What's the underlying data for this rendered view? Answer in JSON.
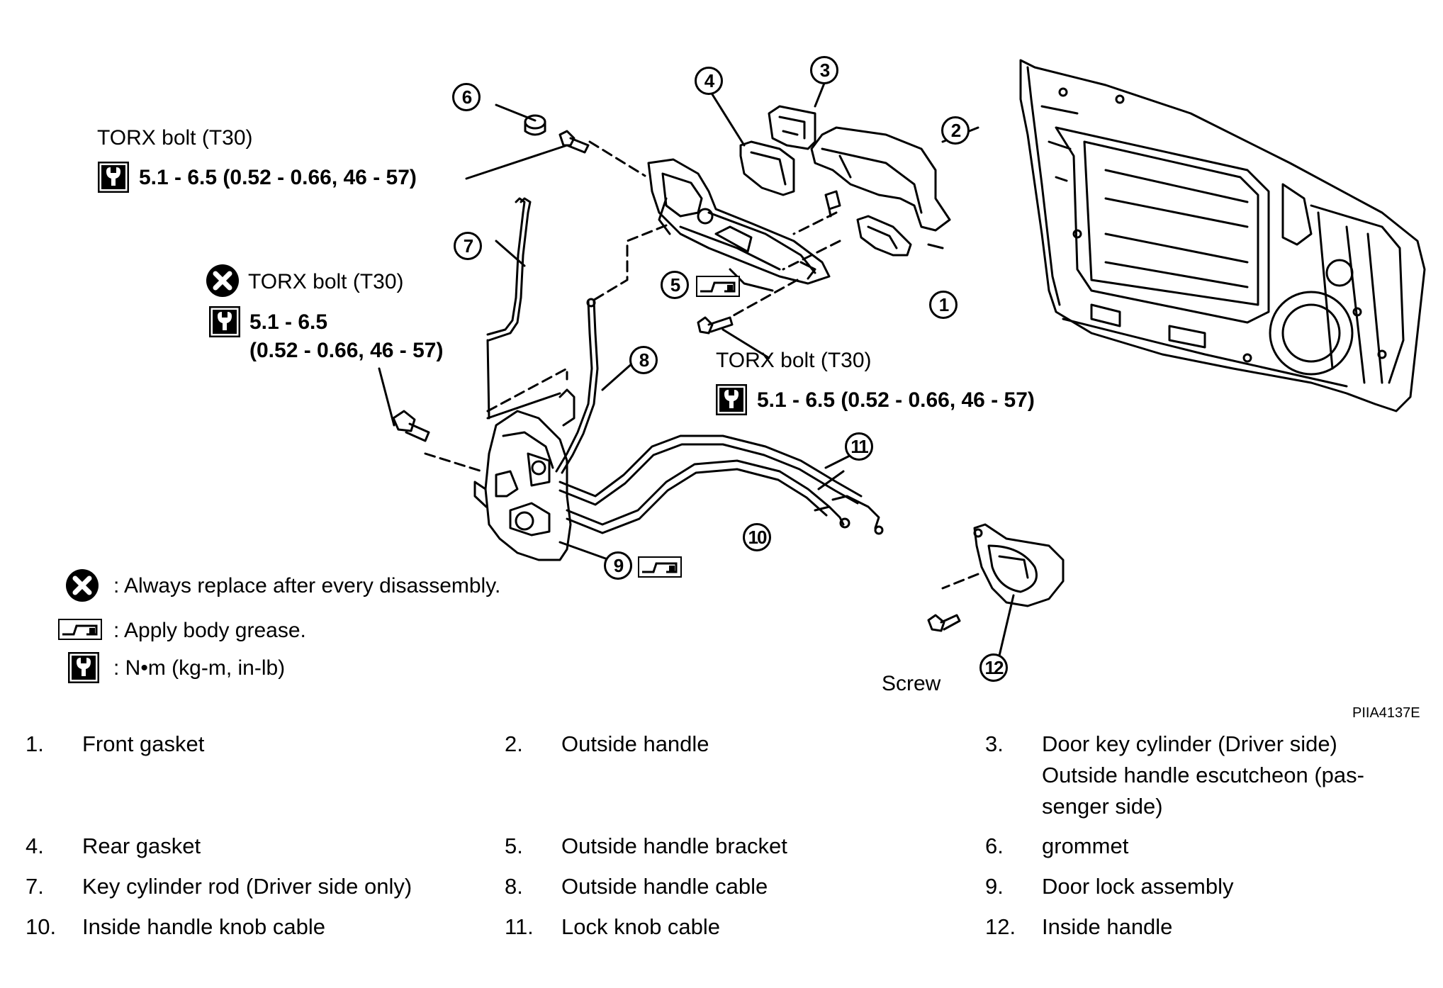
{
  "annotations": {
    "torx_top_left": {
      "label": "TORX bolt (T30)",
      "torque": "5.1 - 6.5 (0.52 - 0.66, 46 - 57)"
    },
    "torx_mid_left": {
      "label": "TORX bolt (T30)",
      "torque_line1": "5.1 - 6.5",
      "torque_line2": "(0.52 - 0.66, 46 - 57)"
    },
    "torx_right": {
      "label": "TORX bolt (T30)",
      "torque": "5.1 - 6.5 (0.52 - 0.66, 46 - 57)"
    },
    "screw": "Screw",
    "figure_code": "PIIA4137E"
  },
  "callouts": [
    "1",
    "2",
    "3",
    "4",
    "5",
    "6",
    "7",
    "8",
    "9",
    "10",
    "11",
    "12"
  ],
  "legend": {
    "replace": ": Always replace after every disassembly.",
    "grease": ": Apply body grease.",
    "torque_unit": ": N•m  (kg-m, in-lb)"
  },
  "parts": [
    {
      "num": "1.",
      "name": "Front gasket"
    },
    {
      "num": "2.",
      "name": "Outside handle"
    },
    {
      "num": "3.",
      "name": "Door key cylinder (Driver side)",
      "name2": "Outside handle escutcheon (pas-",
      "name3": "senger side)"
    },
    {
      "num": "4.",
      "name": "Rear gasket"
    },
    {
      "num": "5.",
      "name": "Outside handle bracket"
    },
    {
      "num": "6.",
      "name": "grommet"
    },
    {
      "num": "7.",
      "name": "Key cylinder rod (Driver side only)"
    },
    {
      "num": "8.",
      "name": "Outside handle cable"
    },
    {
      "num": "9.",
      "name": "Door lock assembly"
    },
    {
      "num": "10.",
      "name": "Inside handle knob cable"
    },
    {
      "num": "11.",
      "name": "Lock knob cable"
    },
    {
      "num": "12.",
      "name": "Inside handle"
    }
  ],
  "icons": [
    "torque-wrench-icon",
    "replace-x-icon",
    "grease-icon"
  ]
}
